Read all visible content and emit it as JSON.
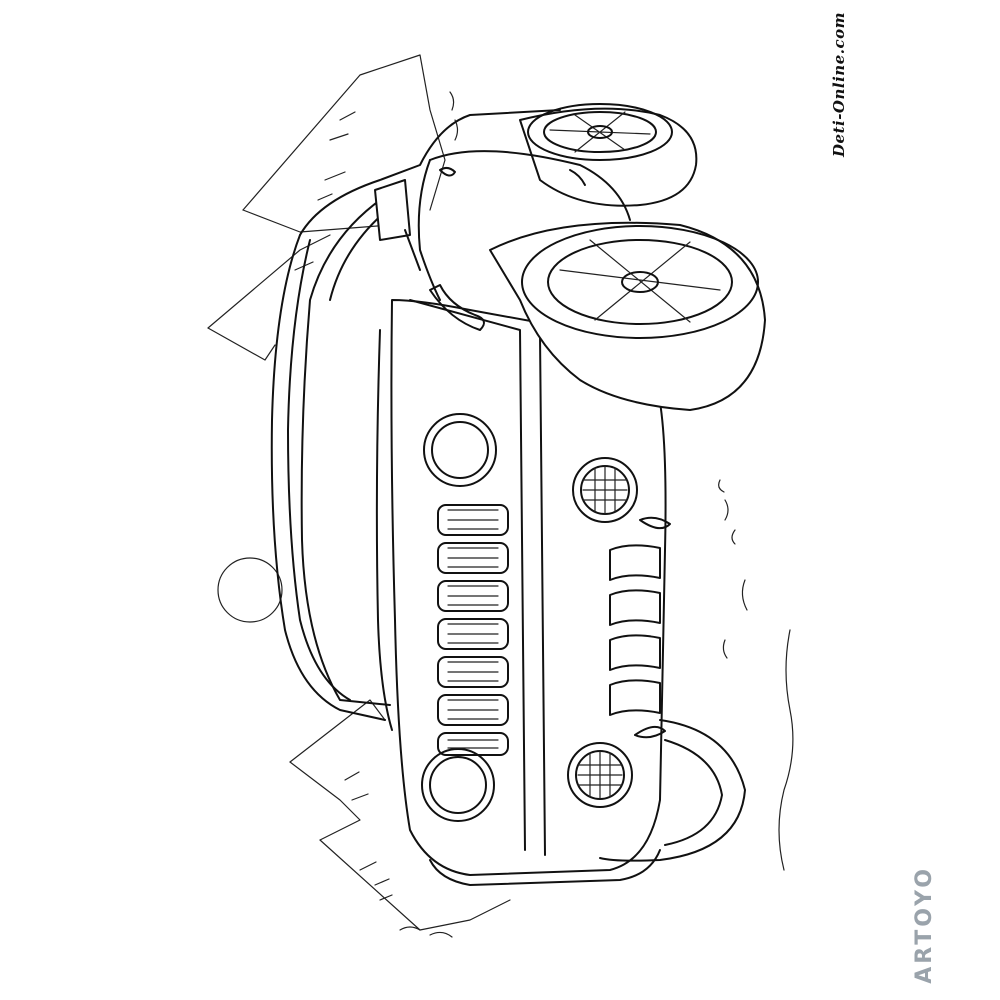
{
  "image": {
    "subject": "jeep-suv-coloring-page",
    "palette": {
      "line": "#111111",
      "paper": "#ffffff",
      "brand": "#9aa3ab"
    }
  },
  "watermarks": {
    "site": "Deti-Online.com",
    "brand": "ARTOYO"
  }
}
